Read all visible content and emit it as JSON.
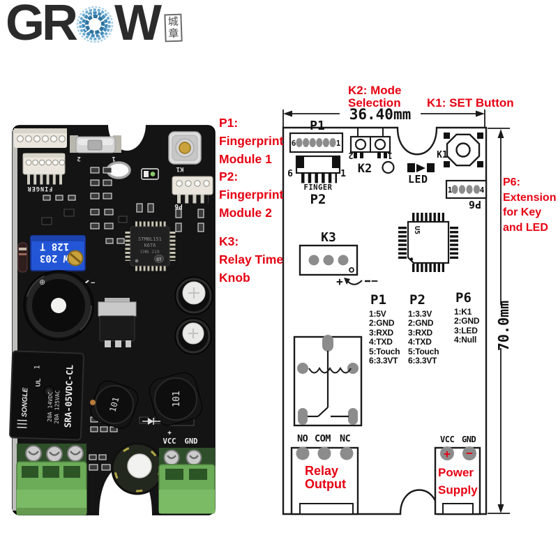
{
  "logo": {
    "text": "GR",
    "text2": "W",
    "cjk1": "城",
    "cjk2": "章"
  },
  "annotations": {
    "p1": {
      "lines": [
        "P1:",
        "Fingerprint",
        "Module 1"
      ]
    },
    "p2": {
      "lines": [
        "P2:",
        "Fingerprint",
        "Module 2"
      ]
    },
    "k3": {
      "lines": [
        "K3:",
        "Relay Time",
        "Knob"
      ]
    },
    "k2": {
      "lines": [
        "K2: Mode",
        "Selection"
      ]
    },
    "k1": "K1: SET Button",
    "p6": {
      "lines": [
        "P6:",
        "Extension",
        "for Key",
        "and LED"
      ]
    },
    "relay_output": {
      "lines": [
        "Relay",
        "Output"
      ]
    },
    "power_supply": {
      "lines": [
        "Power",
        "Supply"
      ]
    }
  },
  "dimensions": {
    "width": "36.40mm",
    "height": "70.0mm"
  },
  "diagram": {
    "p1_label": "P1",
    "p2_label": "P2",
    "k2_label": "K2",
    "k1_label": "K1",
    "k3_label": "K3",
    "led_label": "LED",
    "p6_label": "P6",
    "finger_label": "FINGER",
    "chip_label": "U5",
    "p1_pin_left": "6",
    "p1_pin_right": "1",
    "p2_pin_left": "6",
    "p2_pin_right": "1",
    "p6_pin_left": "1",
    "p6_pin_right": "4",
    "k2_pin_left": "2",
    "k2_pin_right": "1",
    "knob_plus": "+",
    "knob_minus": "−",
    "relay_pins": [
      "NO",
      "COM",
      "NC"
    ],
    "power_pins": [
      "VCC",
      "GND"
    ],
    "power_plus": "+",
    "power_minus": "−",
    "pin_tables": {
      "p1": {
        "title": "P1",
        "pins": [
          "1:5V",
          "2:GND",
          "3:RXD",
          "4:TXD",
          "5:Touch",
          "6:3.3VT"
        ]
      },
      "p2": {
        "title": "P2",
        "pins": [
          "1:3.3V",
          "2:GND",
          "3:RXD",
          "4:TXD",
          "5:Touch",
          "6:3.3VT"
        ]
      },
      "p6": {
        "title": "P6",
        "pins": [
          "1:K1",
          "2:GND",
          "3:LED",
          "4:Null"
        ]
      }
    }
  },
  "pcb": {
    "finger_silk": "FINGER",
    "p6_silk": "P6",
    "k1_silk": "K1",
    "switch_pin_left": "2",
    "switch_pin_right": "1",
    "pot_line1": "128 T",
    "pot_line2": "W 203",
    "chip_line1": "STM8L151",
    "chip_line2": "K6T6",
    "chip_line3": "CHN 219",
    "chip_logo": "ST",
    "relay_brand": "SONGLE",
    "relay_pin1": "1",
    "relay_ul": "UL",
    "relay_rating1": "20A 14VDC",
    "relay_rating2": "20A 125VAC",
    "relay_model": "SRA-05VDC-CL",
    "inductor1": "101",
    "inductor2": "101",
    "vcc_silk": "VCC",
    "gnd_silk": "GND",
    "plus_silk": "+",
    "buzzer_plus": "⊕",
    "pot_plus": "+",
    "pot_minus": "−"
  }
}
